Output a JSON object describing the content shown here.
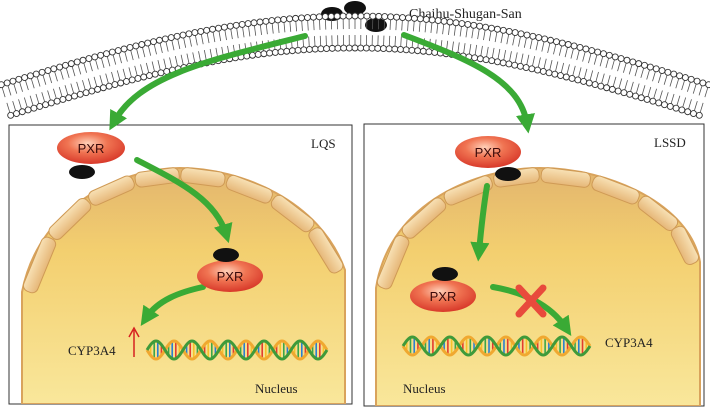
{
  "drug": {
    "name": "Chaihu-Shugan-San"
  },
  "panels": {
    "left": {
      "title": "LQS",
      "receptor": "PXR",
      "gene": "CYP3A4",
      "compartment": "Nucleus",
      "effect": "upregulated"
    },
    "right": {
      "title": "LSSD",
      "receptor": "PXR",
      "gene": "CYP3A4",
      "compartment": "Nucleus",
      "effect": "blocked"
    }
  },
  "colors": {
    "arrow": "#3aaa35",
    "pxr": "#e8513f",
    "ligand": "#111111",
    "nucleus_fill": "#f4d56b",
    "nucleus_border": "#d9a35c",
    "cross": "#e84a3c",
    "up_arrow": "#d62020"
  },
  "icons": {
    "block": "cross-icon",
    "increase": "up-arrow-icon"
  }
}
